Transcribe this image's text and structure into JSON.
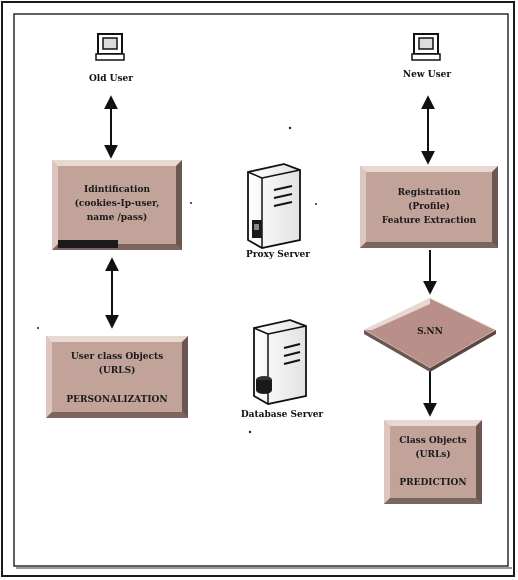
{
  "users": {
    "old_user": "Old User",
    "new_user": "New User"
  },
  "servers": {
    "proxy": "Proxy Server",
    "database": "Database Server"
  },
  "left_boxes": {
    "identification": [
      "Idintification",
      "(cookies-Ip-user,",
      "name /pass)"
    ],
    "user_class": [
      "User class Objects",
      "(URLS)"
    ],
    "personalization": "PERSONALIZATION"
  },
  "right_boxes": {
    "registration": [
      "Registration",
      "(Profile)",
      "Feature Extraction"
    ],
    "snn": "S.NN",
    "class_objects": [
      "Class Objects",
      "(URLs)"
    ],
    "prediction": "PREDICTION"
  },
  "colors": {
    "box_face": "#c2a39a",
    "box_light": "#e8d8d2",
    "box_dark": "#6b5650",
    "diamond": "#b99089",
    "frame": "#1a1a1a",
    "line": "#111111"
  }
}
